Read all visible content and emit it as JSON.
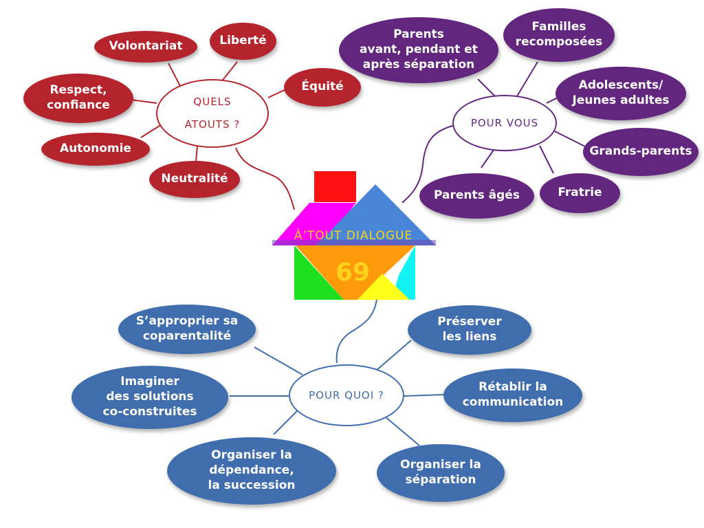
{
  "colors": {
    "red": "#b5242c",
    "purple": "#63267e",
    "blue": "#3f6dad",
    "title": "#ffd21c"
  },
  "house": {
    "title": "À’TOUT DIALOGUE",
    "number": "69",
    "pieces": [
      "red",
      "magenta",
      "blue",
      "orange",
      "green",
      "cyan",
      "yellow"
    ]
  },
  "atouts": {
    "hub": "QUELS\nATOUTS ?",
    "items": [
      "Volontariat",
      "Liberté",
      "Équité",
      "Respect,\nconfiance",
      "Autonomie",
      "Neutralité"
    ]
  },
  "vous": {
    "hub": "POUR VOUS",
    "items": [
      "Parents\navant, pendant et\naprès séparation",
      "Familles\nrecomposées",
      "Adolescents/\nJeunes adultes",
      "Grands-parents",
      "Fratrie",
      "Parents âgés"
    ]
  },
  "quoi": {
    "hub": "POUR QUOI ?",
    "items": [
      "S’approprier sa\ncoparentalité",
      "Préserver\nles liens",
      "Imaginer\ndes solutions\nco-construites",
      "Rétablir la\ncommunication",
      "Organiser la\ndépendance,\nla succession",
      "Organiser la\nséparation"
    ]
  }
}
